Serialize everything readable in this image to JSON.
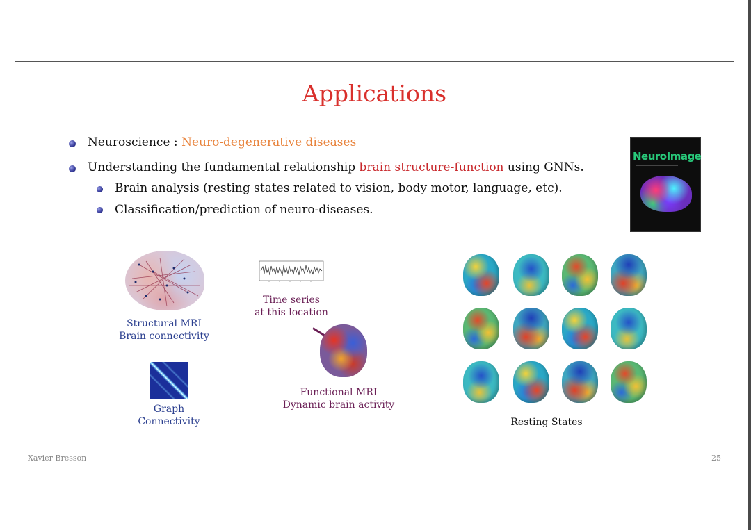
{
  "slide": {
    "title": "Applications",
    "bullets": [
      {
        "prefix": "Neuroscience : ",
        "highlight": "Neuro-degenerative diseases",
        "suffix": ""
      },
      {
        "prefix": "Understanding the fundamental relationship ",
        "highlight": "brain structure-function",
        "suffix": " using GNNs."
      }
    ],
    "sub_bullets": [
      "Brain analysis (resting states related to vision, body motor, language, etc).",
      "Classification/prediction of neuro-diseases."
    ],
    "journal_cover": {
      "title": "NeuroImage"
    },
    "figures": {
      "structural": {
        "line1": "Structural MRI",
        "line2": "Brain connectivity"
      },
      "graph": {
        "line1": "Graph",
        "line2": "Connectivity"
      },
      "timeseries": {
        "line1": "Time series",
        "line2": "at this location"
      },
      "functional": {
        "line1": "Functional MRI",
        "line2": "Dynamic brain activity"
      },
      "resting": {
        "label": "Resting States"
      }
    },
    "footer": {
      "author": "Xavier Bresson",
      "page": "25"
    }
  },
  "colors": {
    "title": "#d9302c",
    "highlight_orange": "#e8823a",
    "highlight_red": "#c8282c",
    "caption_blue": "#2b3f8f",
    "caption_purple": "#6a1f55"
  }
}
